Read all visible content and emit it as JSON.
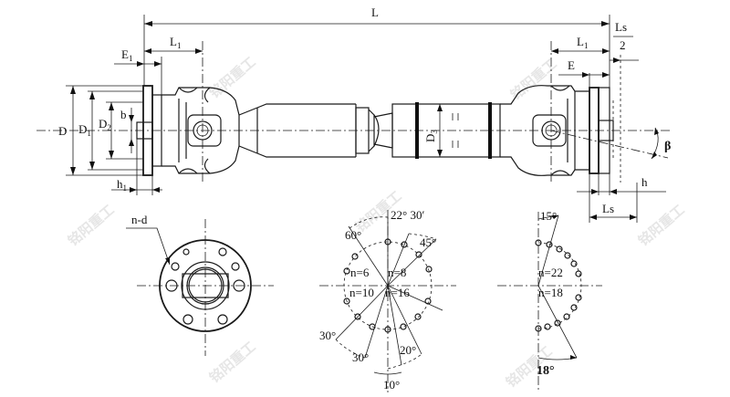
{
  "labels": {
    "L": "L",
    "L1_left": "L",
    "L1_left_sub": "1",
    "L1_right": "L",
    "L1_right_sub": "1",
    "E1": "E",
    "E1_sub": "1",
    "E": "E",
    "Ls_half_top": "Ls",
    "Ls_half_bottom": "2",
    "D": "D",
    "D1": "D",
    "D1_sub": "1",
    "D2": "D",
    "D2_sub": "2",
    "b": "b",
    "h1": "h",
    "h1_sub": "1",
    "D3": "D",
    "D3_sub": "3",
    "beta": "β",
    "h": "h",
    "Ls": "Ls",
    "n_d": "n-d"
  },
  "pattern_mid": {
    "a22_30": "22°  30′",
    "a60": "60°",
    "a45": "45°",
    "n6": "n=6",
    "n8": "n=8",
    "n10": "n=10",
    "n16": "n=16",
    "a30_left": "30°",
    "a30_bottom": "30°",
    "a20": "20°",
    "a10": "10°"
  },
  "pattern_right": {
    "a15": "15°",
    "n22": "n=22",
    "n18": "n=18",
    "a18": "18°"
  },
  "watermark": {
    "text": "铭阳重工"
  }
}
